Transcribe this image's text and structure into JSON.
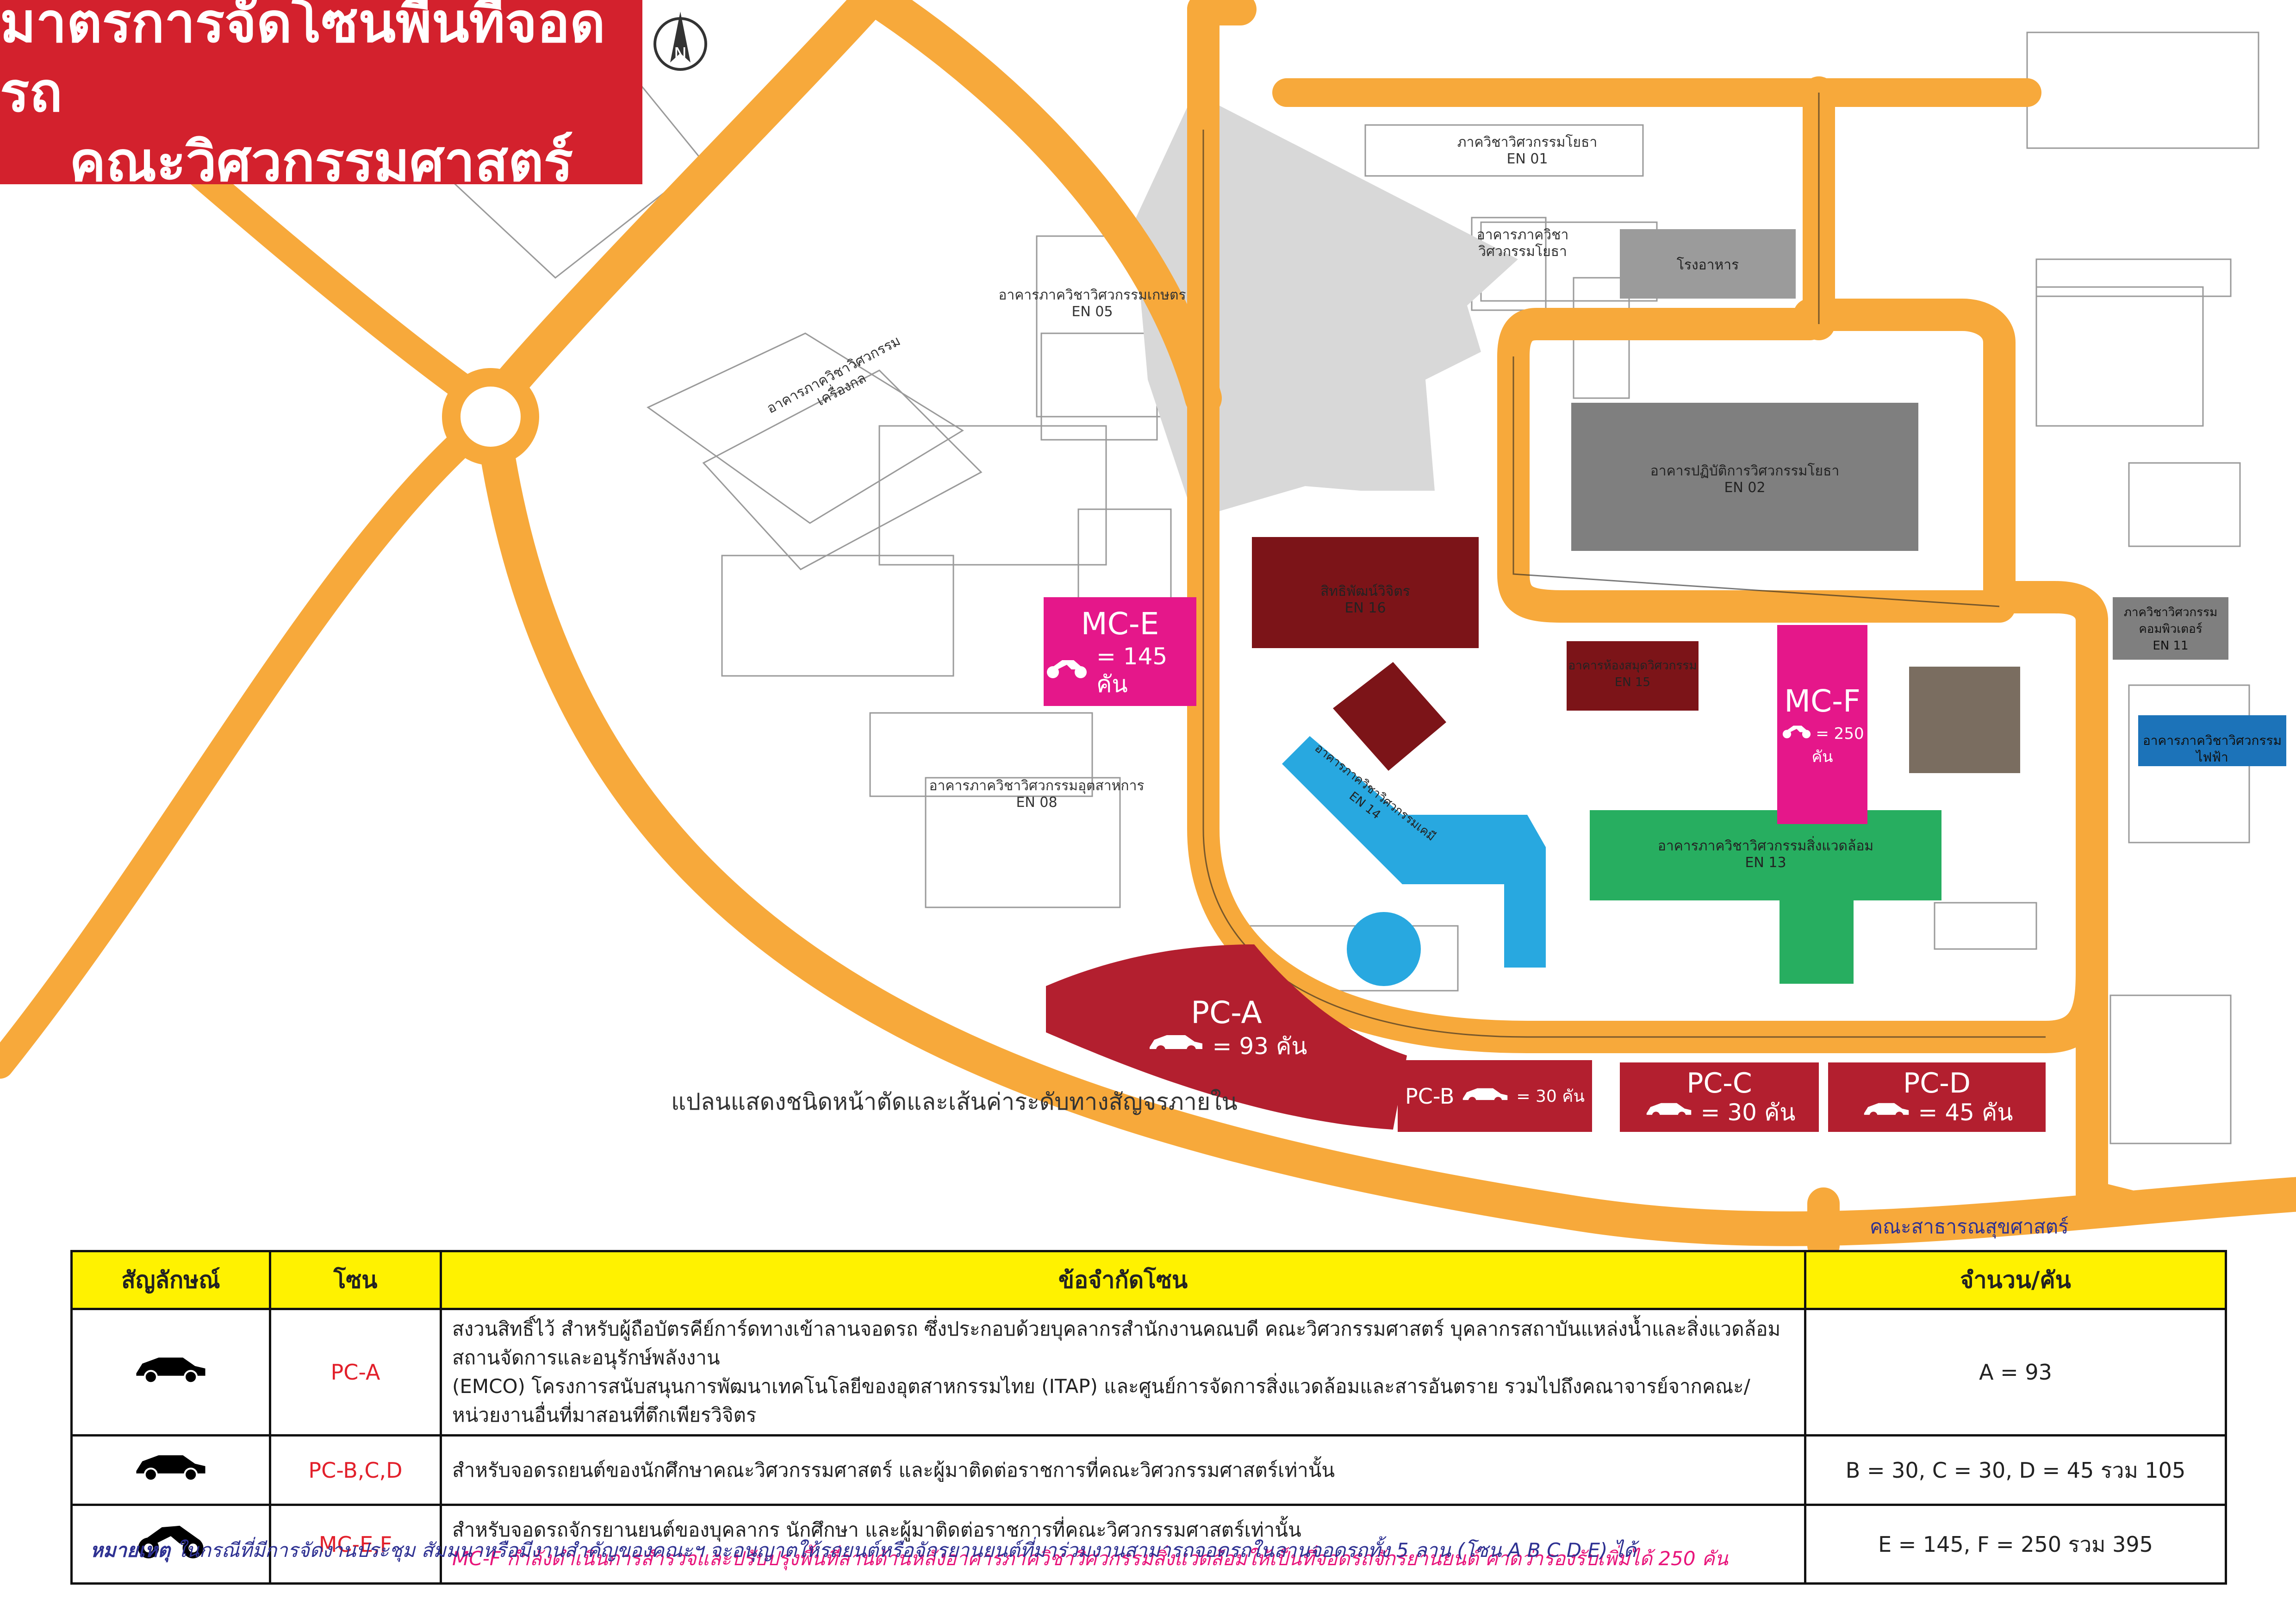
{
  "title": {
    "line1": "มาตรการจัดโซนพื้นที่จอดรถ",
    "line2": "คณะวิศวกรรมศาสตร์"
  },
  "colors": {
    "road": "#f7a93b",
    "title_bg": "#d3212d",
    "pc_zone": "#b31f2f",
    "mc_zone": "#e5178a",
    "legend_header": "#fff200",
    "note": "#2e3192"
  },
  "zones": {
    "pc_a": {
      "code": "PC-A",
      "count": "= 93 คัน"
    },
    "pc_b": {
      "code": "PC-B",
      "count": "= 30 คัน"
    },
    "pc_c": {
      "code": "PC-C",
      "count": "= 30 คัน"
    },
    "pc_d": {
      "code": "PC-D",
      "count": "= 45 คัน"
    },
    "mc_e": {
      "code": "MC-E",
      "count": "= 145 คัน"
    },
    "mc_f": {
      "code": "MC-F",
      "count": "= 250",
      "unit": "คัน"
    }
  },
  "buildings": {
    "en01": {
      "name": "ภาควิชาวิศวกรรมโยธา",
      "code": "EN 01"
    },
    "en02": {
      "name": "อาคารปฏิบัติการวิศวกรรมโยธา",
      "code": "EN 02"
    },
    "en05": {
      "name": "อาคารภาควิชาวิศวกรรมเกษตร",
      "code": "EN 05"
    },
    "en08": {
      "name": "อาคารภาควิชาวิศวกรรมอุตสาหการ",
      "code": "EN 08"
    },
    "en11": {
      "name": "ภาควิชาวิศวกรรมคอมพิวเตอร์",
      "code": "EN 11"
    },
    "en13": {
      "name": "อาคารภาควิชาวิศวกรรมสิ่งแวดล้อม",
      "code": "EN 13"
    },
    "en14": {
      "name": "อาคารภาควิชาวิศวกรรมเคมี",
      "code": "EN 14"
    },
    "en15": {
      "name": "อาคารห้องสมุดวิศวกรรม",
      "code": "EN 15"
    },
    "en16": {
      "name": "สิทธิพัฒน์วิจิตร",
      "code": "EN 16"
    },
    "canteen": {
      "name": "โรงอาหาร"
    },
    "electrical": {
      "name": "อาคารภาควิชาวิศวกรรมไฟฟ้า"
    },
    "mechanical": {
      "name": "อาคารภาควิชาวิศวกรรมเครื่องกล"
    },
    "civil2": {
      "name": "อาคารภาควิชาวิศวกรรมโยธา"
    }
  },
  "map_caption": "แปลนแสดงชนิดหน้าตัดและเส้นค่าระดับทางสัญจรภายใน",
  "public_health": "คณะสาธารณสุขศาสตร์",
  "legend": {
    "headers": [
      "สัญลักษณ์",
      "โซน",
      "ข้อจำกัดโซน",
      "จำนวน/คัน"
    ],
    "rows": [
      {
        "icon": "car-icon",
        "zone": "PC-A",
        "desc1": "สงวนสิทธิ์ไว้ สำหรับผู้ถือบัตรคีย์การ์ดทางเข้าลานจอดรถ ซึ่งประกอบด้วยบุคลากรสำนักงานคณบดี คณะวิศวกรรมศาสตร์ บุคลากรสถาบันแหล่งน้ำและสิ่งแวดล้อม สถานจัดการและอนุรักษ์พลังงาน",
        "desc2": "(EMCO) โครงการสนับสนุนการพัฒนาเทคโนโลยีของอุตสาหกรรมไทย (ITAP) และศูนย์การจัดการสิ่งแวดล้อมและสารอันตราย รวมไปถึงคณาจารย์จากคณะ/หน่วยงานอื่นที่มาสอนที่ตึกเพียรวิจิตร",
        "count": "A = 93"
      },
      {
        "icon": "car-icon",
        "zone": "PC-B,C,D",
        "desc1": "สำหรับจอดรถยนต์ของนักศึกษาคณะวิศวกรรมศาสตร์ และผู้มาติดต่อราชการที่คณะวิศวกรรมศาสตร์เท่านั้น",
        "count": "B = 30, C = 30, D =  45 รวม 105"
      },
      {
        "icon": "motorcycle-icon",
        "zone": "MC-E,F",
        "desc1": "สำหรับจอดรถจักรยานยนต์ของบุคลากร นักศึกษา และผู้มาติดต่อราชการที่คณะวิศวกรรมศาสตร์เท่านั้น",
        "desc2": "MC-F กำลังดำเนินการสำรวจและปรับปรุงพื้นที่ลานด้านหลังอาคารภาควิชาวิศวกรรมสิ่งแวดล้อมให้เป็นที่จอดรถจักรยานยนต์ คาดว่ารองรับเพิ่มได้ 250 คัน",
        "count": "E = 145, F = 250 รวม 395"
      }
    ]
  },
  "note": {
    "label": "หมายเหตุ",
    "text": "ในกรณีที่มีการจัดงานประชุม สัมมนาหรือมีงานสำคัญของคณะฯ จะอนุญาตให้รถยนต์หรือจักรยานยนต์ที่มาร่วมงานสามารถจอดรถในลานจอดรถทั้ง 5 ลาน (โซน A B C D E) ได้"
  }
}
